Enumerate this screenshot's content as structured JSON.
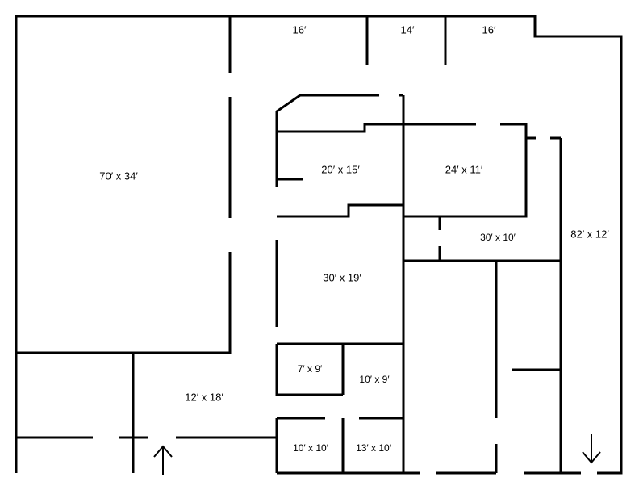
{
  "floor_plan": {
    "dimensions": {
      "top_left": "16′",
      "top_mid": "14′",
      "top_right": "16′"
    },
    "rooms": {
      "large_left": "70′ x 34′",
      "room_20x15": "20′ x 15′",
      "room_24x11": "24′ x 11′",
      "room_30x10": "30′ x 10′",
      "corridor_right": "82′ x 12′",
      "room_30x19": "30′ x 19′",
      "room_7x9": "7′ x 9′",
      "room_10x9": "10′ x 9′",
      "room_12x18": "12′ x 18′",
      "room_10x10": "10′ x 10′",
      "room_13x10": "13′ x 10′"
    },
    "arrows": {
      "entrance": "up-arrow-icon",
      "exit": "down-arrow-icon"
    }
  }
}
